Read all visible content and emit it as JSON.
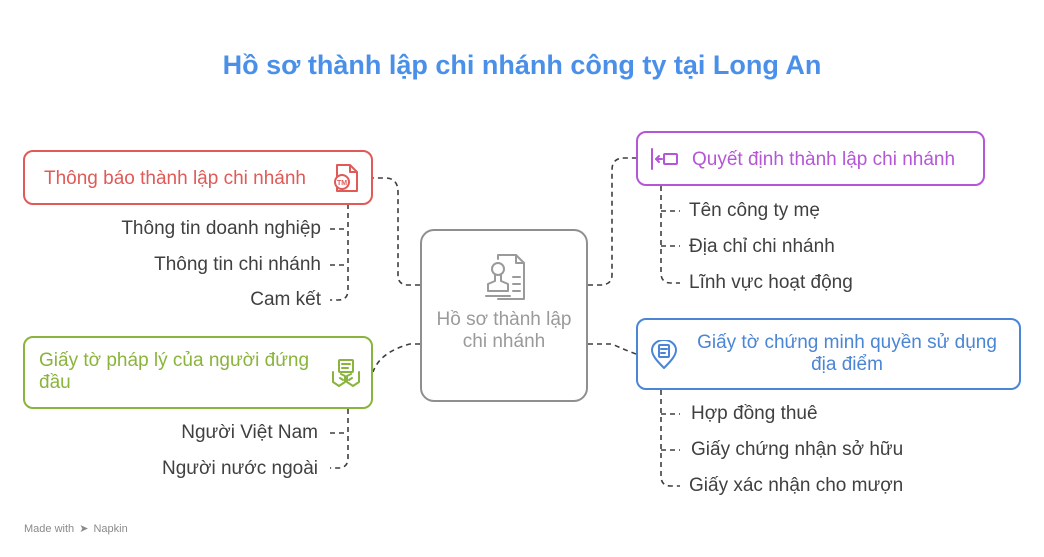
{
  "title": "Hồ sơ thành lập chi nhánh công ty tại Long An",
  "center": {
    "label": "Hồ sơ thành lập chi nhánh",
    "icon": "document-stamp-icon"
  },
  "branches": {
    "notice": {
      "label": "Thông báo thành lập chi nhánh",
      "color": "#e05a57",
      "icon": "trademark-document-icon",
      "items": [
        "Thông tin doanh nghiệp",
        "Thông tin chi nhánh",
        "Cam kết"
      ]
    },
    "legal": {
      "label": "Giấy tờ pháp lý của người đứng đầu",
      "color": "#8ab43c",
      "icon": "handshake-icon",
      "items": [
        "Người Việt Nam",
        "Người nước ngoài"
      ]
    },
    "decision": {
      "label": "Quyết định thành lập chi nhánh",
      "color": "#b456d6",
      "icon": "login-arrow-icon",
      "items": [
        "Tên công ty mẹ",
        "Địa chỉ chi nhánh",
        "Lĩnh vực hoạt động"
      ]
    },
    "location": {
      "label": "Giấy tờ chứng minh quyền sử dụng địa điểm",
      "color": "#4a85d6",
      "icon": "location-document-icon",
      "items": [
        "Hợp đồng thuê",
        "Giấy chứng nhận sở hữu",
        "Giấy xác nhận cho mượn"
      ]
    }
  },
  "footer": {
    "made_with": "Made with",
    "brand": "Napkin"
  }
}
